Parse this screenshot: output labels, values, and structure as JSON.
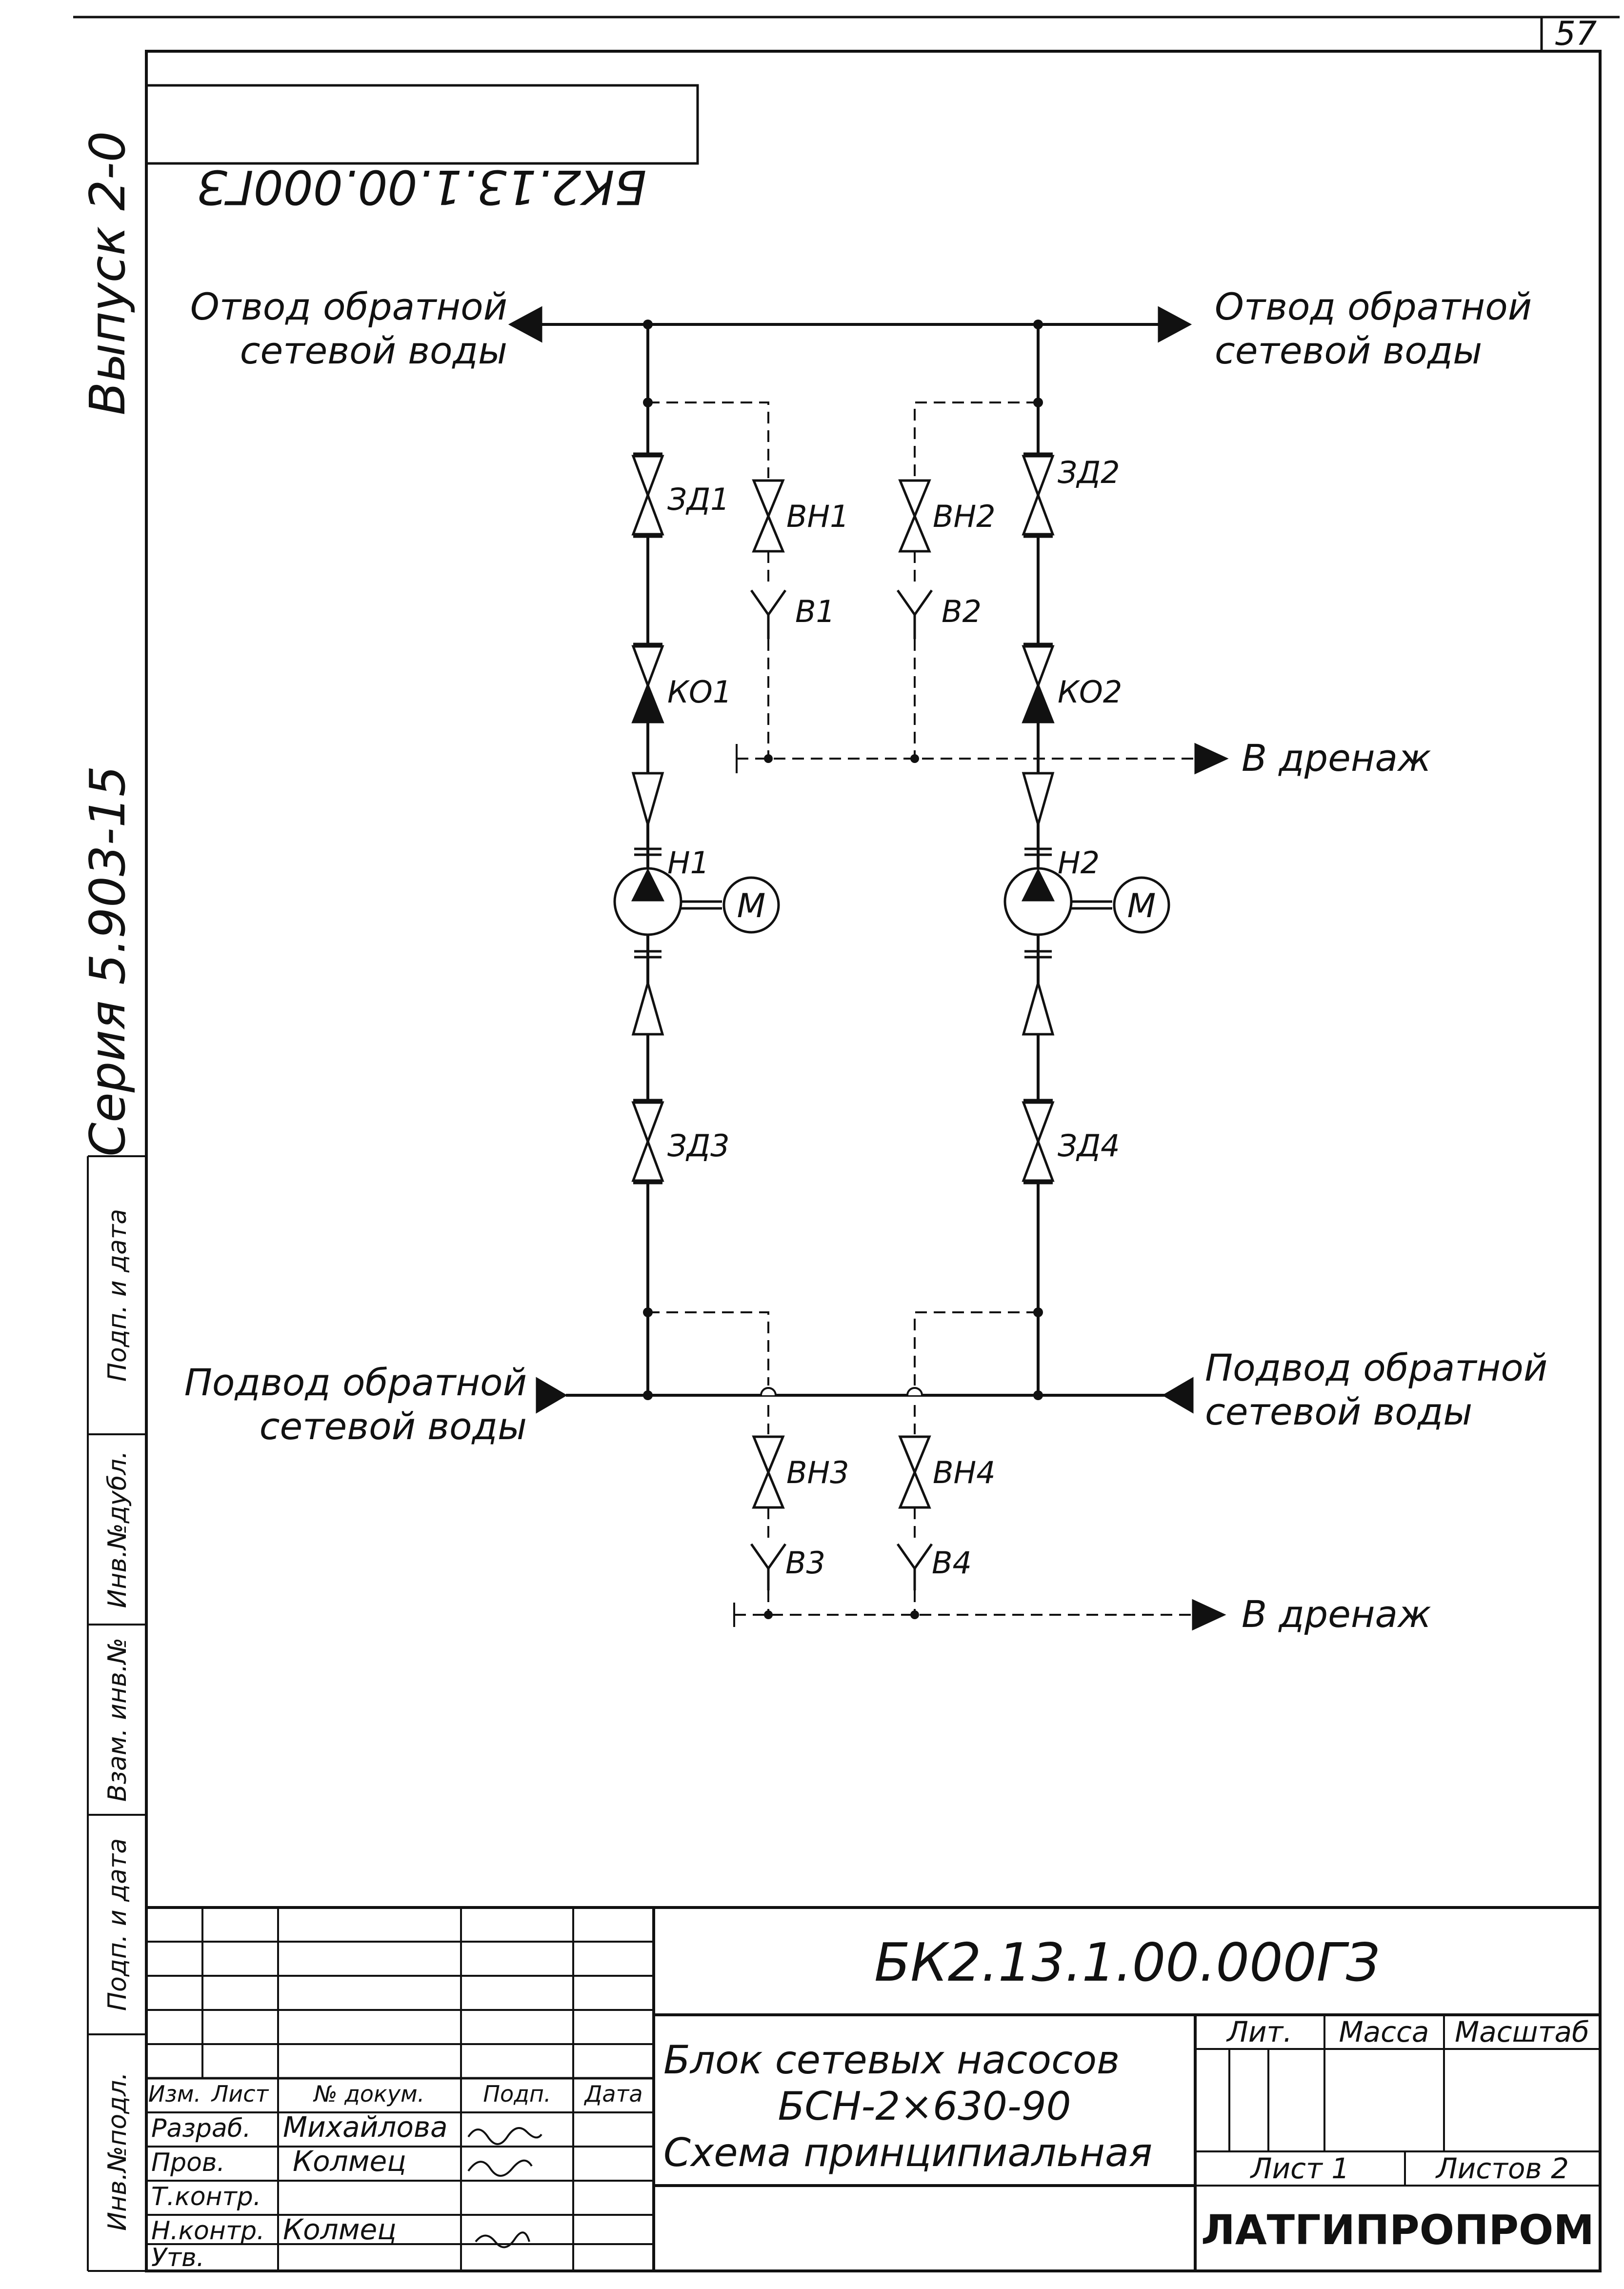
{
  "sheet": {
    "page_number": "57",
    "series_label": "Серия 5.903-15",
    "issue_label": "Выпуск 2-0",
    "stamp_code_mirrored": "БК2.13.1.00.000ГЗ"
  },
  "margin_columns": [
    "Инв.№подл.",
    "Подп. и дата",
    "Взам. инв.№",
    "Инв.№дубл.",
    "Подп. и дата"
  ],
  "flows": {
    "return_out_left": [
      "Отвод обратной",
      "сетевой воды"
    ],
    "return_out_right": [
      "Отвод обратной",
      "сетевой воды"
    ],
    "return_in_left": [
      "Подвод обратной",
      "сетевой воды"
    ],
    "return_in_right": [
      "Подвод обратной",
      "сетевой воды"
    ],
    "drain_upper": "В дренаж",
    "drain_lower": "В дренаж"
  },
  "components": {
    "gate_valves": [
      "ЗД1",
      "ЗД2",
      "ЗД3",
      "ЗД4"
    ],
    "drain_valves": [
      "ВН1",
      "ВН2",
      "ВН3",
      "ВН4"
    ],
    "drain_funnels": [
      "В1",
      "В2",
      "В3",
      "В4"
    ],
    "check_valves": [
      "КО1",
      "КО2"
    ],
    "pumps": [
      "Н1",
      "Н2"
    ],
    "motor_symbol": "М"
  },
  "title_block": {
    "doc_code": "БК2.13.1.00.000ГЗ",
    "headers": [
      "Изм.",
      "Лист",
      "№ докум.",
      "Подп.",
      "Дата"
    ],
    "roles": [
      "Разраб.",
      "Пров.",
      "Т.контр.",
      "",
      "Н.контр.",
      "Утв."
    ],
    "names": [
      "Михайлова",
      "Колмец",
      "",
      "",
      "Колмец",
      ""
    ],
    "product_lines": [
      "Блок сетевых насосов",
      "БСН-2×630-90",
      "Схема принципиальная"
    ],
    "lit_label": "Лит.",
    "mass_label": "Масса",
    "scale_label": "Масштаб",
    "sheet_label": "Лист 1",
    "sheets_label": "Листов 2",
    "organization": "ЛАТГИПРОПРОМ"
  }
}
